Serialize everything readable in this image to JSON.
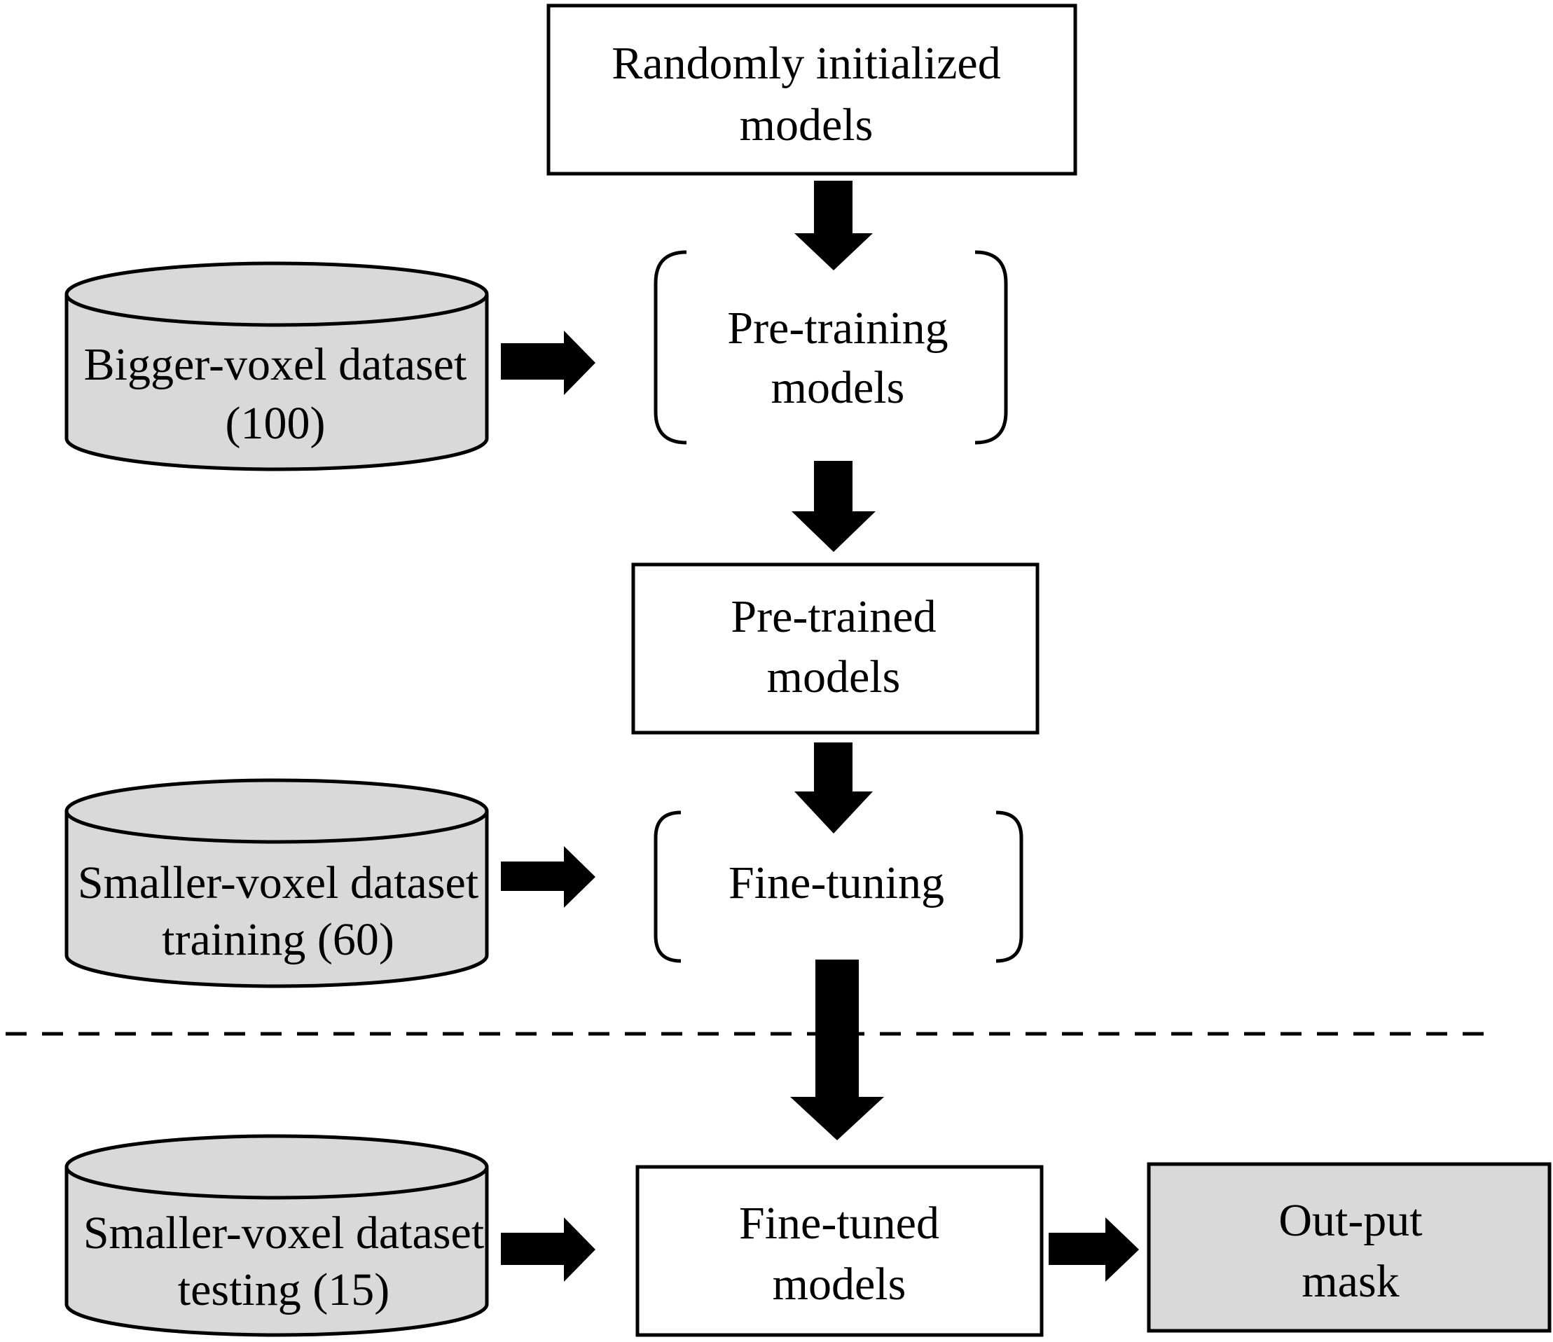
{
  "nodes": {
    "random_init": {
      "line1": "Randomly initialized",
      "line2": "models"
    },
    "pretraining": {
      "line1": "Pre-training",
      "line2": "models"
    },
    "pretrained": {
      "line1": "Pre-trained",
      "line2": "models"
    },
    "finetuning": {
      "line1": "Fine-tuning"
    },
    "finetuned": {
      "line1": "Fine-tuned",
      "line2": "models"
    },
    "output": {
      "line1": "Out-put",
      "line2": "mask"
    }
  },
  "datasets": {
    "bigger": {
      "line1": "Bigger-voxel dataset",
      "line2": "(100)"
    },
    "smaller_train": {
      "line1": "Smaller-voxel dataset",
      "line2": "training (60)"
    },
    "smaller_test": {
      "line1": "Smaller-voxel dataset",
      "line2": "testing (15)"
    }
  },
  "colors": {
    "stroke": "#000000",
    "dataset_fill": "#d9d9d9",
    "output_fill": "#d9d9d9",
    "box_fill": "#ffffff",
    "arrow_fill": "#000000"
  }
}
